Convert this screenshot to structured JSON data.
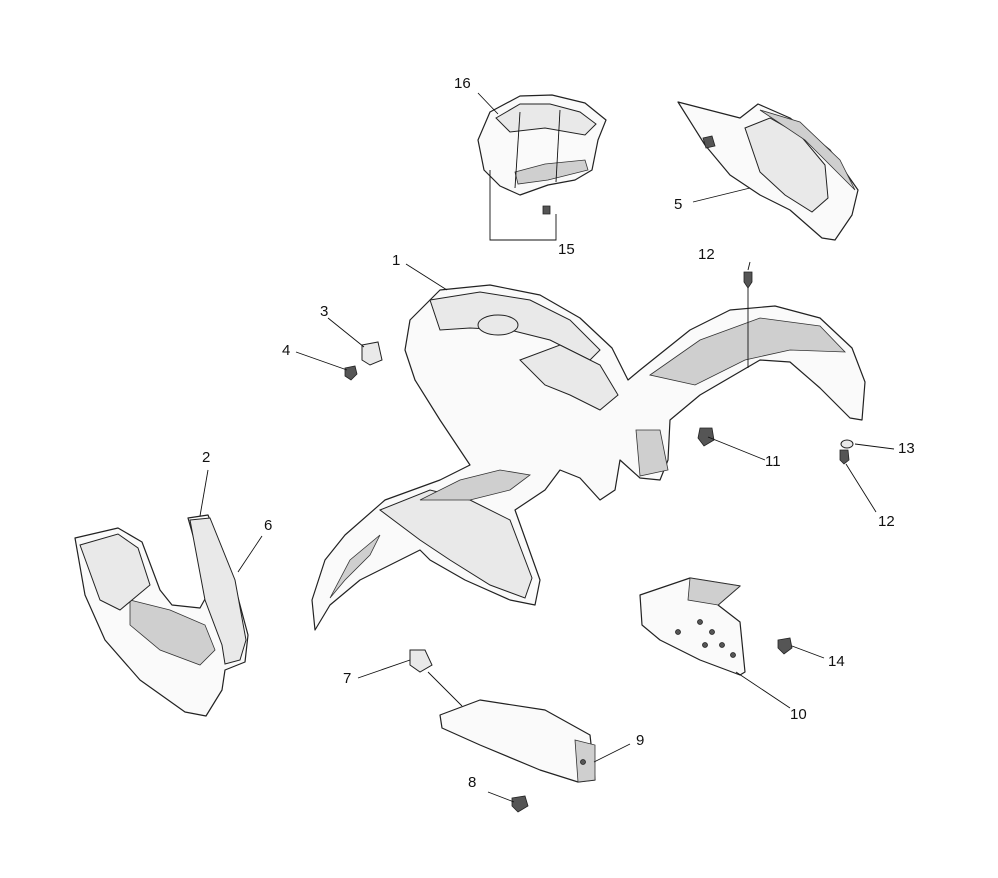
{
  "callouts": [
    {
      "id": "1",
      "text": "1"
    },
    {
      "id": "2",
      "text": "2"
    },
    {
      "id": "3",
      "text": "3"
    },
    {
      "id": "4",
      "text": "4"
    },
    {
      "id": "5",
      "text": "5"
    },
    {
      "id": "6",
      "text": "6"
    },
    {
      "id": "7",
      "text": "7"
    },
    {
      "id": "8",
      "text": "8"
    },
    {
      "id": "9",
      "text": "9"
    },
    {
      "id": "10",
      "text": "10"
    },
    {
      "id": "11",
      "text": "11"
    },
    {
      "id": "12a",
      "text": "12"
    },
    {
      "id": "12b",
      "text": "12"
    },
    {
      "id": "13",
      "text": "13"
    },
    {
      "id": "14",
      "text": "14"
    },
    {
      "id": "15",
      "text": "15"
    },
    {
      "id": "16",
      "text": "16"
    }
  ]
}
